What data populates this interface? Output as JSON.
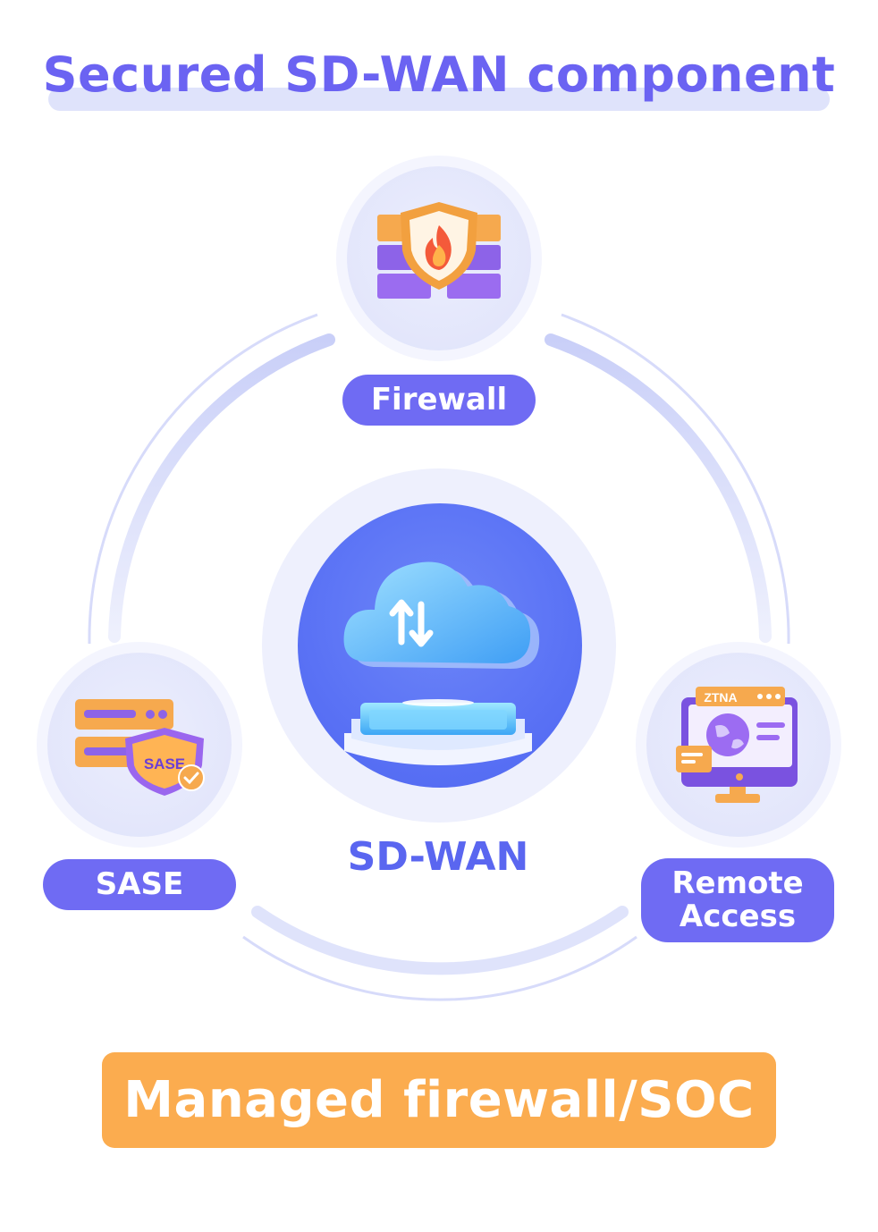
{
  "title": "Secured SD-WAN component",
  "nodes": {
    "firewall": {
      "label": "Firewall"
    },
    "sase": {
      "label": "SASE",
      "badge": "SASE"
    },
    "remote": {
      "label_line1": "Remote",
      "label_line2": "Access",
      "window_tag": "ZTNA"
    },
    "center": {
      "label": "SD-WAN"
    }
  },
  "cta": {
    "label": "Managed firewall/SOC"
  },
  "colors": {
    "accent": "#6f6bf3",
    "title": "#6b63f2",
    "cta": "#fbac4f",
    "center": "#5a72f5"
  },
  "icons": {
    "firewall": "firewall-brick-flame-icon",
    "sase": "server-shield-icon",
    "remote": "ztna-monitor-globe-icon",
    "center": "cloud-transfer-icon"
  }
}
